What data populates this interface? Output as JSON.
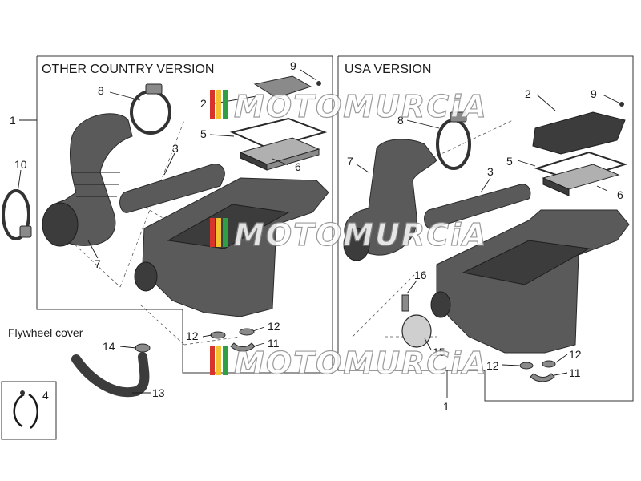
{
  "panels": {
    "left_title": "OTHER COUNTRY VERSION",
    "right_title": "USA VERSION"
  },
  "notes": {
    "flywheel_cover": "Flywheel cover"
  },
  "watermark": {
    "text": "MOTOMURCiA"
  },
  "callouts": {
    "left": [
      "9",
      "8",
      "2",
      "1",
      "3",
      "5",
      "6",
      "10",
      "7",
      "12",
      "12",
      "11",
      "14",
      "13",
      "4"
    ],
    "right": [
      "2",
      "9",
      "8",
      "7",
      "5",
      "3",
      "6",
      "16",
      "15",
      "12",
      "12",
      "11",
      "1"
    ]
  },
  "colors": {
    "part_gray": "#5a5a5a",
    "line": "#1a1a1a",
    "watermark_red": "#d9342b",
    "watermark_yellow": "#f2c230",
    "watermark_green": "#2f9e44"
  }
}
